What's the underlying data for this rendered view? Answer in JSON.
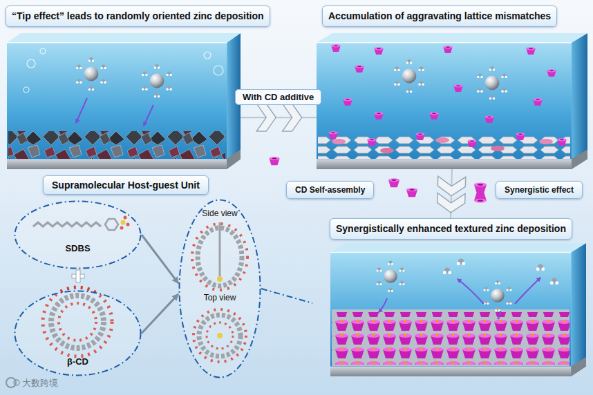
{
  "diagram": {
    "nodes": [
      {
        "text": [
          "“Tip effect” leads to randomly oriented zinc deposition"
        ]
      },
      {
        "text": [
          "Accumulation of aggravating lattice mismatches"
        ]
      },
      {
        "text": [
          "Synergistically enhanced textured zinc deposition"
        ]
      },
      {
        "text": [
          "Supramolecular Host-guest Unit"
        ]
      },
      {
        "text": [
          "SDBS"
        ]
      },
      {
        "text": [
          "β-CD"
        ]
      },
      {
        "text": [
          "Side view",
          "Top view"
        ]
      },
      {
        "text": [
          "CD Self-assembly"
        ]
      },
      {
        "text": [
          "Synergistic effect"
        ]
      }
    ],
    "edges": [
      {
        "from": 0,
        "to": 1,
        "arrow": "to",
        "label": "With CD additive"
      },
      {
        "from": 1,
        "to": 2,
        "arrow": "to"
      },
      {
        "from": 4,
        "to": 6,
        "arrow": "to"
      },
      {
        "from": 5,
        "to": 6,
        "arrow": "to"
      },
      {
        "from": 6,
        "to": 2,
        "arrow": "none"
      }
    ],
    "labels": [
      "大数跨境"
    ]
  }
}
